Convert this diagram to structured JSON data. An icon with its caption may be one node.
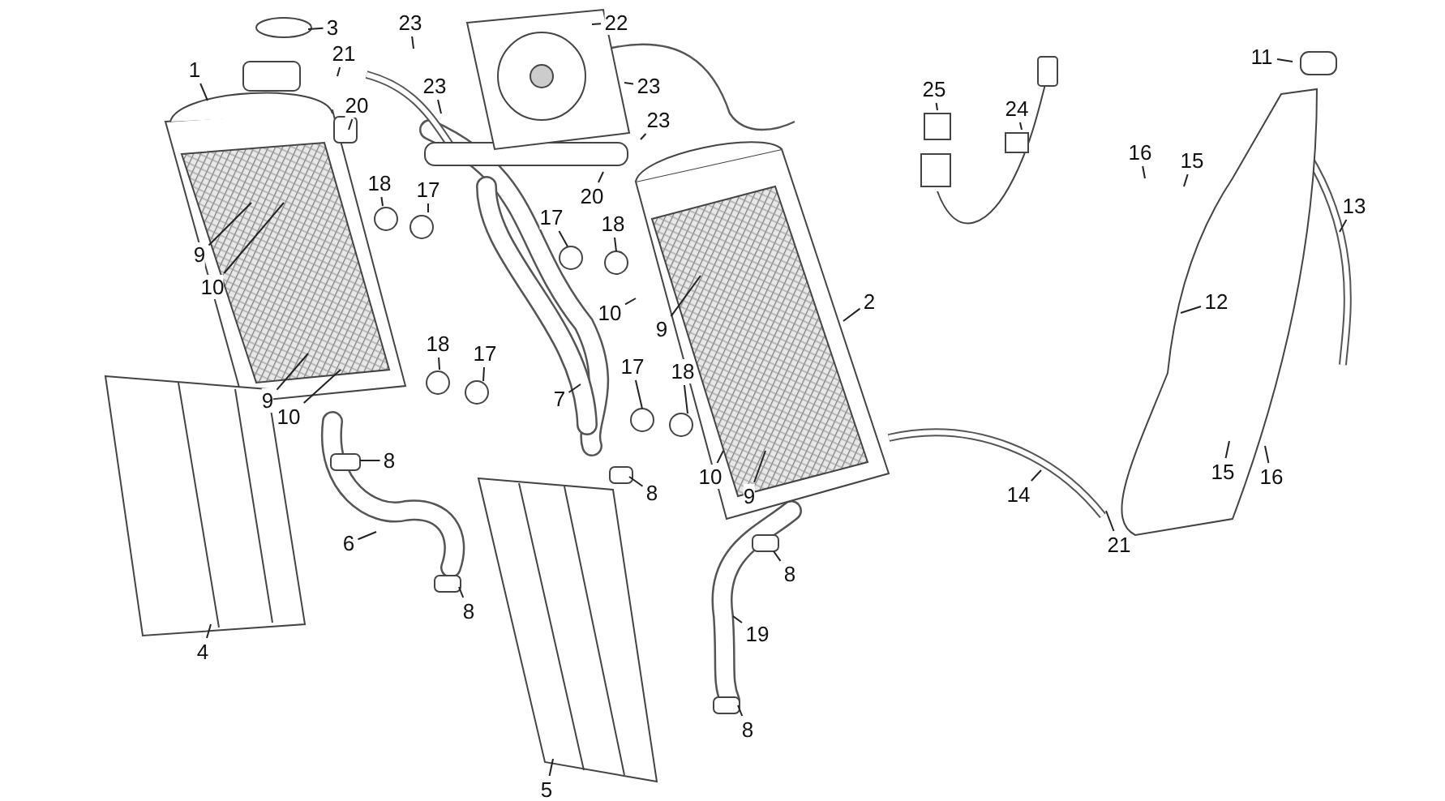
{
  "diagram": {
    "nodes": [
      {
        "text": [
          "1"
        ]
      },
      {
        "text": [
          "3"
        ]
      },
      {
        "text": [
          "21"
        ]
      },
      {
        "text": [
          "23"
        ]
      },
      {
        "text": [
          "22"
        ]
      },
      {
        "text": [
          "23"
        ]
      },
      {
        "text": [
          "23"
        ]
      },
      {
        "text": [
          "23"
        ]
      },
      {
        "text": [
          "20"
        ]
      },
      {
        "text": [
          "20"
        ]
      },
      {
        "text": [
          "18"
        ]
      },
      {
        "text": [
          "17"
        ]
      },
      {
        "text": [
          "9"
        ]
      },
      {
        "text": [
          "10"
        ]
      },
      {
        "text": [
          "17"
        ]
      },
      {
        "text": [
          "18"
        ]
      },
      {
        "text": [
          "10"
        ]
      },
      {
        "text": [
          "9"
        ]
      },
      {
        "text": [
          "2"
        ]
      },
      {
        "text": [
          "18"
        ]
      },
      {
        "text": [
          "17"
        ]
      },
      {
        "text": [
          "9"
        ]
      },
      {
        "text": [
          "10"
        ]
      },
      {
        "text": [
          "7"
        ]
      },
      {
        "text": [
          "17"
        ]
      },
      {
        "text": [
          "18"
        ]
      },
      {
        "text": [
          "8"
        ]
      },
      {
        "text": [
          "6"
        ]
      },
      {
        "text": [
          "8"
        ]
      },
      {
        "text": [
          "4"
        ]
      },
      {
        "text": [
          "5"
        ]
      },
      {
        "text": [
          "8"
        ]
      },
      {
        "text": [
          "10"
        ]
      },
      {
        "text": [
          "9"
        ]
      },
      {
        "text": [
          "8"
        ]
      },
      {
        "text": [
          "19"
        ]
      },
      {
        "text": [
          "8"
        ]
      },
      {
        "text": [
          "14"
        ]
      },
      {
        "text": [
          "21"
        ]
      },
      {
        "text": [
          "11"
        ]
      },
      {
        "text": [
          "16"
        ]
      },
      {
        "text": [
          "15"
        ]
      },
      {
        "text": [
          "13"
        ]
      },
      {
        "text": [
          "12"
        ]
      },
      {
        "text": [
          "15"
        ]
      },
      {
        "text": [
          "16"
        ]
      },
      {
        "text": [
          "25"
        ]
      },
      {
        "text": [
          "24"
        ]
      }
    ],
    "edges": [
      {
        "from": 0,
        "to": null,
        "arrow": "none"
      },
      {
        "from": 1,
        "to": null,
        "arrow": "none"
      },
      {
        "from": 2,
        "to": null,
        "arrow": "none"
      },
      {
        "from": 3,
        "to": null,
        "arrow": "none"
      },
      {
        "from": 4,
        "to": null,
        "arrow": "none"
      },
      {
        "from": 5,
        "to": null,
        "arrow": "none"
      },
      {
        "from": 6,
        "to": null,
        "arrow": "none"
      },
      {
        "from": 7,
        "to": null,
        "arrow": "none"
      },
      {
        "from": 8,
        "to": null,
        "arrow": "none"
      },
      {
        "from": 9,
        "to": null,
        "arrow": "none"
      },
      {
        "from": 10,
        "to": null,
        "arrow": "none"
      },
      {
        "from": 11,
        "to": null,
        "arrow": "none"
      },
      {
        "from": 12,
        "to": null,
        "arrow": "none"
      },
      {
        "from": 13,
        "to": null,
        "arrow": "none"
      },
      {
        "from": 14,
        "to": null,
        "arrow": "none"
      },
      {
        "from": 15,
        "to": null,
        "arrow": "none"
      },
      {
        "from": 16,
        "to": null,
        "arrow": "none"
      },
      {
        "from": 17,
        "to": null,
        "arrow": "none"
      },
      {
        "from": 18,
        "to": null,
        "arrow": "none"
      },
      {
        "from": 19,
        "to": null,
        "arrow": "none"
      },
      {
        "from": 20,
        "to": null,
        "arrow": "none"
      },
      {
        "from": 21,
        "to": null,
        "arrow": "none"
      },
      {
        "from": 22,
        "to": null,
        "arrow": "none"
      },
      {
        "from": 23,
        "to": null,
        "arrow": "none"
      },
      {
        "from": 24,
        "to": null,
        "arrow": "none"
      },
      {
        "from": 25,
        "to": null,
        "arrow": "none"
      },
      {
        "from": 26,
        "to": null,
        "arrow": "none"
      },
      {
        "from": 27,
        "to": null,
        "arrow": "none"
      },
      {
        "from": 28,
        "to": null,
        "arrow": "none"
      },
      {
        "from": 29,
        "to": null,
        "arrow": "none"
      },
      {
        "from": 30,
        "to": null,
        "arrow": "none"
      },
      {
        "from": 31,
        "to": null,
        "arrow": "none"
      },
      {
        "from": 32,
        "to": null,
        "arrow": "none"
      },
      {
        "from": 33,
        "to": null,
        "arrow": "none"
      },
      {
        "from": 34,
        "to": null,
        "arrow": "none"
      },
      {
        "from": 35,
        "to": null,
        "arrow": "none"
      },
      {
        "from": 36,
        "to": null,
        "arrow": "none"
      },
      {
        "from": 37,
        "to": null,
        "arrow": "none"
      },
      {
        "from": 38,
        "to": null,
        "arrow": "none"
      },
      {
        "from": 39,
        "to": null,
        "arrow": "none"
      },
      {
        "from": 40,
        "to": null,
        "arrow": "none"
      },
      {
        "from": 41,
        "to": null,
        "arrow": "none"
      },
      {
        "from": 42,
        "to": null,
        "arrow": "none"
      },
      {
        "from": 43,
        "to": null,
        "arrow": "none"
      },
      {
        "from": 44,
        "to": null,
        "arrow": "none"
      },
      {
        "from": 45,
        "to": null,
        "arrow": "none"
      },
      {
        "from": 46,
        "to": null,
        "arrow": "none"
      },
      {
        "from": 47,
        "to": null,
        "arrow": "none"
      }
    ]
  }
}
